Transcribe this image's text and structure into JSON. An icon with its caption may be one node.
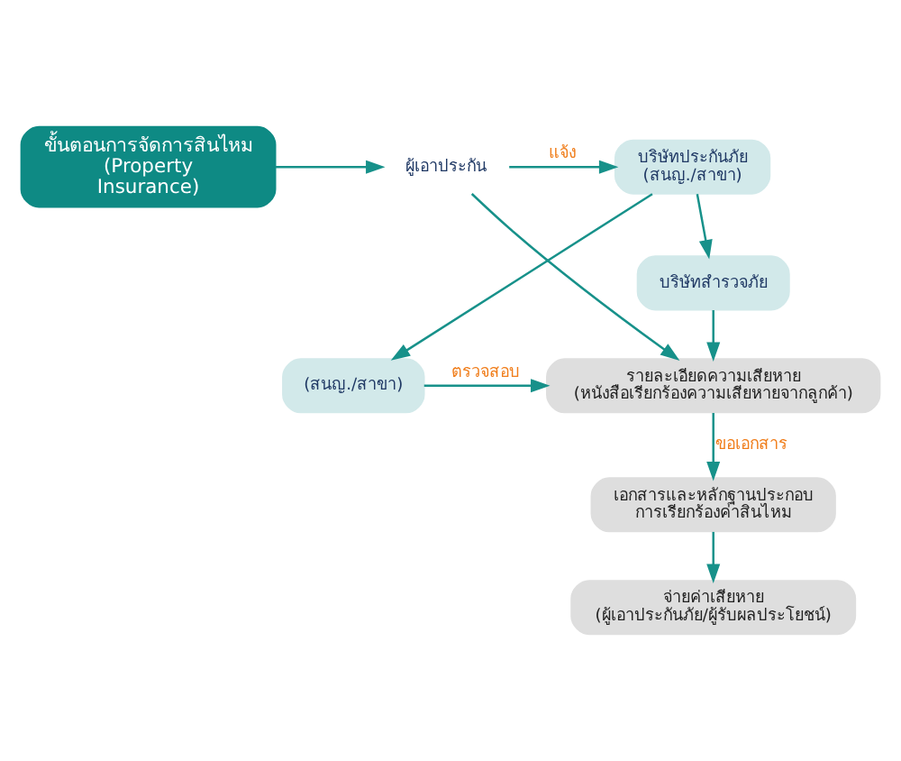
{
  "diagram": {
    "nodes": [
      {
        "text": [
          "ขั้นตอนการจัดการสินไหม",
          "(Property Insurance)"
        ]
      },
      {
        "text": [
          "ผู้เอาประกัน"
        ]
      },
      {
        "text": [
          "บริษัทประกันภัย (สนญ./สาขา)"
        ]
      },
      {
        "text": [
          "(สนญ./สาขา)"
        ]
      },
      {
        "text": [
          "บริษัทสำรวจภัย"
        ]
      },
      {
        "text": [
          "รายละเอียดความเสียหาย (หนังสือเรียกร้องความเสียหายจากลูกค้า)"
        ]
      },
      {
        "text": [
          "เอกสารและหลักฐานประกอบ การเรียกร้องค่าสินไหม"
        ]
      },
      {
        "text": [
          "จ่ายค่าเสียหาย (ผู้เอาประกันภัย/ผู้รับผลประโยชน์)"
        ]
      }
    ],
    "edges": [
      {
        "from": 0,
        "to": 1,
        "arrow": "to"
      },
      {
        "from": 1,
        "to": 2,
        "arrow": "to",
        "label": "แจ้ง"
      },
      {
        "from": 1,
        "to": 5,
        "arrow": "to"
      },
      {
        "from": 2,
        "to": 3,
        "arrow": "to"
      },
      {
        "from": 2,
        "to": 4,
        "arrow": "to"
      },
      {
        "from": 3,
        "to": 5,
        "arrow": "to",
        "label": "ตรวจสอบ"
      },
      {
        "from": 4,
        "to": 5,
        "arrow": "to"
      },
      {
        "from": 5,
        "to": 6,
        "arrow": "to",
        "label": "ขอเอกสาร"
      },
      {
        "from": 6,
        "to": 7,
        "arrow": "to"
      }
    ]
  }
}
